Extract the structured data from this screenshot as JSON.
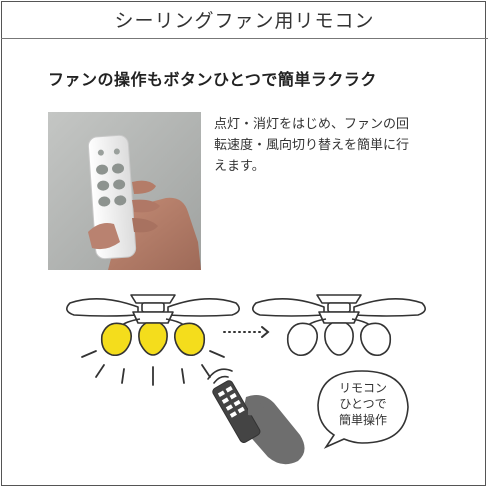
{
  "header": {
    "title": "シーリングファン用リモコン"
  },
  "headline": "ファンの操作もボタンひとつで簡単ラクラク",
  "description": {
    "lines": [
      "点灯・消灯をはじめ、ファンの回",
      "転速度・風向切り替えを簡単に行",
      "えます。"
    ]
  },
  "bubble": {
    "lines": [
      "リモコン",
      "ひとつで",
      "簡単操作"
    ]
  },
  "colors": {
    "bulb_on": "#f4dd1c",
    "line": "#333333",
    "hand": "#6e6e6e"
  },
  "icons": [
    "remote-photo",
    "fan-on-icon",
    "fan-off-icon",
    "dotted-arrow-icon",
    "hand-remote-icon",
    "speech-bubble-icon"
  ]
}
